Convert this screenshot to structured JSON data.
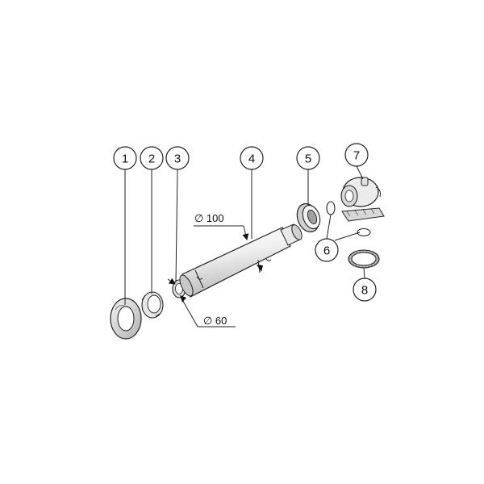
{
  "callouts": {
    "c1": "1",
    "c2": "2",
    "c3": "3",
    "c4": "4",
    "c5": "5",
    "c6": "6",
    "c7": "7",
    "c8": "8"
  },
  "dimensions": {
    "outer": "∅ 100",
    "inner": "∅ 60"
  },
  "colors": {
    "line": "#222222",
    "part_light": "#f2f2f2",
    "part_mid": "#d4d4d4",
    "part_dark": "#a8a8a8"
  }
}
